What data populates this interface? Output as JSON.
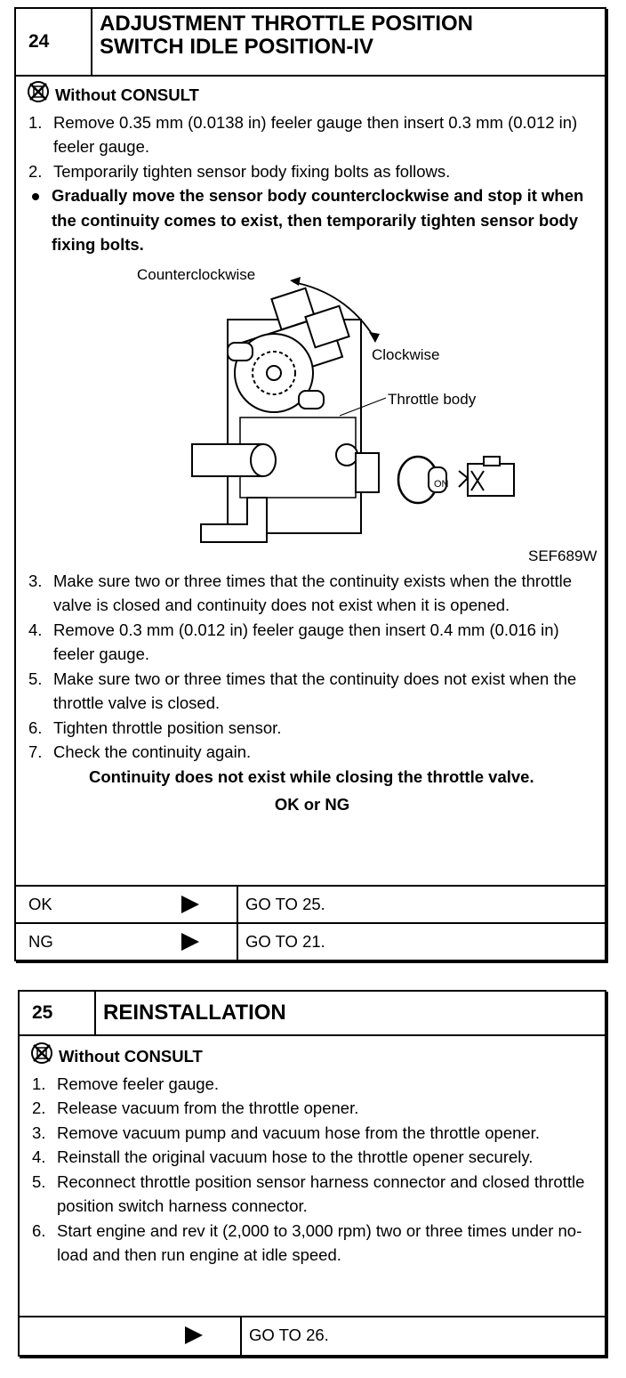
{
  "step24": {
    "number": "24",
    "title_line1": "ADJUSTMENT THROTTLE POSITION",
    "title_line2": "SWITCH IDLE POSITION-IV",
    "consult_label": "Without CONSULT",
    "steps_a": [
      {
        "n": "1.",
        "text": "Remove 0.35 mm (0.0138 in) feeler gauge then insert 0.3 mm (0.012 in) feeler gauge."
      },
      {
        "n": "2.",
        "text": "Temporarily tighten sensor body fixing bolts as follows."
      }
    ],
    "bullet": "Gradually move the sensor body counterclockwise and stop it when the continuity comes to exist, then temporarily tighten sensor body fixing bolts.",
    "figure": {
      "label_ccw": "Counterclockwise",
      "label_cw": "Clockwise",
      "label_throttle": "Throttle  body",
      "key_label": "ON",
      "fig_code": "SEF689W"
    },
    "steps_b": [
      {
        "n": "3.",
        "text": "Make sure two or three times that the continuity exists when the throttle valve is closed and continuity does not exist when it is opened."
      },
      {
        "n": "4.",
        "text": "Remove 0.3 mm (0.012 in) feeler gauge then insert 0.4 mm (0.016 in) feeler gauge."
      },
      {
        "n": "5.",
        "text": "Make sure two or three times that the continuity does not exist when the throttle valve is closed."
      },
      {
        "n": "6.",
        "text": "Tighten throttle position sensor."
      },
      {
        "n": "7.",
        "text": "Check the continuity again."
      }
    ],
    "check_note": "Continuity does not exist while closing the throttle valve.",
    "ok_ng": "OK or NG",
    "results": [
      {
        "label": "OK",
        "action": "GO TO 25."
      },
      {
        "label": "NG",
        "action": "GO TO 21."
      }
    ]
  },
  "step25": {
    "number": "25",
    "title": "REINSTALLATION",
    "consult_label": "Without CONSULT",
    "steps": [
      {
        "n": "1.",
        "text": "Remove feeler gauge."
      },
      {
        "n": "2.",
        "text": "Release vacuum from the throttle opener."
      },
      {
        "n": "3.",
        "text": "Remove vacuum pump and vacuum hose from the throttle opener."
      },
      {
        "n": "4.",
        "text": "Reinstall the original vacuum hose to the throttle opener securely."
      },
      {
        "n": "5.",
        "text": "Reconnect throttle position sensor harness connector and closed throttle position switch harness connector."
      },
      {
        "n": "6.",
        "text": "Start engine and rev it (2,000 to 3,000 rpm) two or three times under no-load and then run engine at idle speed."
      }
    ],
    "result": {
      "label": "",
      "action": "GO TO 26."
    }
  }
}
